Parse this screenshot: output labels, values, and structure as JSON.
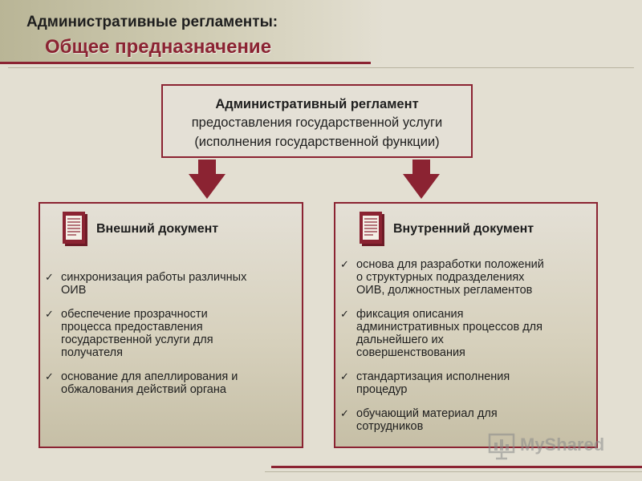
{
  "header": {
    "title_line1": "Административные регламенты:",
    "title_line2": "Общее предназначение"
  },
  "top_box": {
    "line1": "Административный регламент",
    "line2": "предоставления государственной услуги",
    "line3": "(исполнения государственной функции)"
  },
  "left_panel": {
    "heading": "Внешний документ",
    "items": [
      {
        "lines": [
          "синхронизация работы различных",
          "ОИВ"
        ]
      },
      {
        "lines": [
          "обеспечение прозрачности",
          "процесса предоставления",
          "государственной услуги для",
          "получателя"
        ]
      },
      {
        "lines": [
          "основание для апеллирования и",
          "обжалования действий органа"
        ]
      }
    ]
  },
  "right_panel": {
    "heading": "Внутренний документ",
    "items": [
      {
        "lines": [
          "основа для разработки положений",
          "о структурных подразделениях",
          "ОИВ, должностных регламентов"
        ]
      },
      {
        "lines": [
          "фиксация описания",
          "административных процессов для",
          "дальнейшего их",
          "совершенствования"
        ]
      },
      {
        "lines": [
          "стандартизация исполнения",
          "процедур"
        ]
      },
      {
        "lines": [
          "обучающий материал для",
          "сотрудников"
        ]
      }
    ]
  },
  "watermark": {
    "text": "MyShared"
  },
  "icons": {
    "check": "checkmark-icon",
    "document": "document-icon",
    "arrow": "arrow-down-icon"
  },
  "colors": {
    "accent": "#8b2332",
    "background": "#e3dfd2",
    "text": "#1e1e1e"
  }
}
